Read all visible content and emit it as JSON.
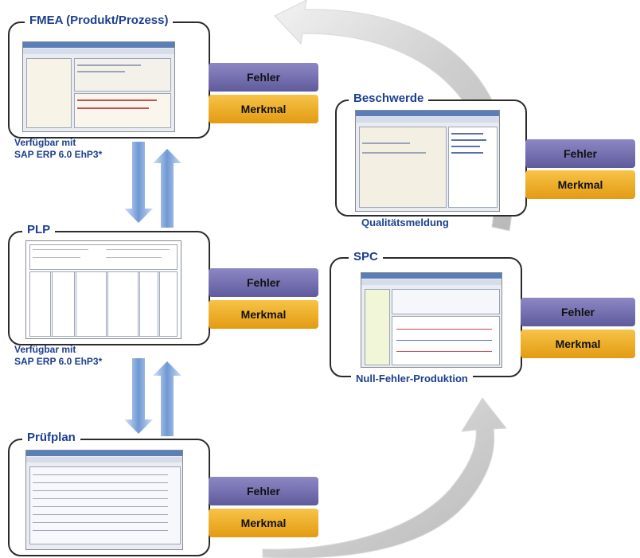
{
  "colors": {
    "title_blue": "#1c3f8f",
    "fehler_purple": "#6d68aa",
    "merkmal_orange": "#eea51f",
    "arrow_blue": "#5b88cc",
    "cycle_arrow_gray": "#c9c9c9"
  },
  "tag_labels": {
    "fehler": "Fehler",
    "merkmal": "Merkmal"
  },
  "fmea": {
    "title": "FMEA (Produkt/Prozess)",
    "availability": "Verfügbar mit\nSAP ERP 6.0 EhP3*"
  },
  "plp": {
    "title": "PLP",
    "availability": "Verfügbar mit\nSAP ERP 6.0 EhP3*"
  },
  "pruefplan": {
    "title": "Prüfplan"
  },
  "beschwerde": {
    "title": "Beschwerde",
    "subtitle": "Qualitätsmeldung"
  },
  "spc": {
    "title": "SPC",
    "subtitle": "Null-Fehler-Produktion"
  }
}
